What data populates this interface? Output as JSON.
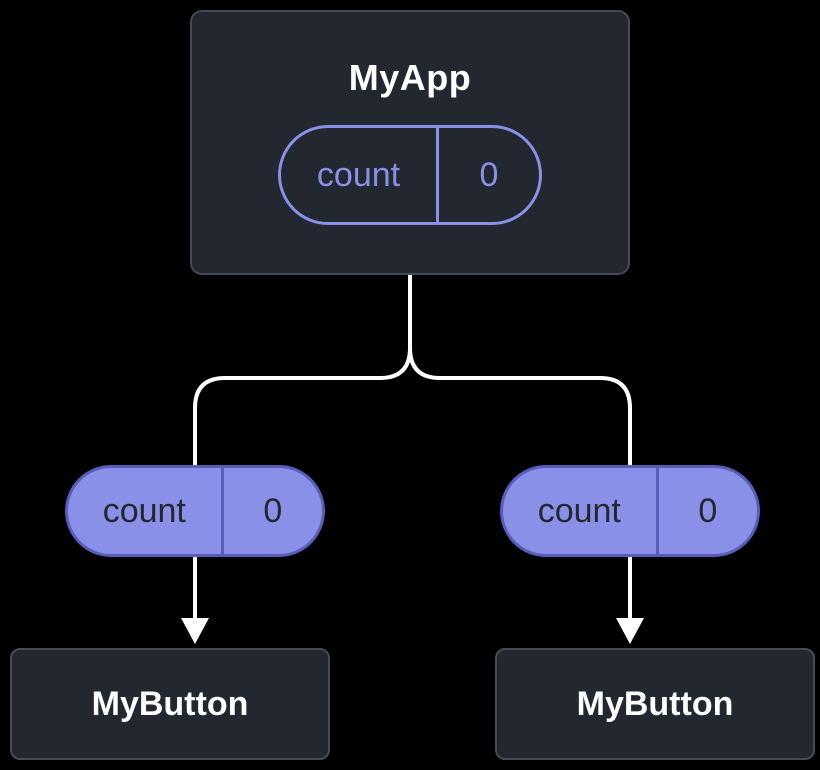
{
  "colors": {
    "background": "#000000",
    "node_fill": "#23272f",
    "node_border": "#454b57",
    "node_text": "#ffffff",
    "pill_fill": "#8a90e8",
    "pill_border": "#575eb7",
    "pill_text": "#23272f",
    "outline_pill_color": "#8a90e8",
    "connector": "#ffffff"
  },
  "diagram": {
    "root": {
      "title": "MyApp",
      "state": {
        "name": "count",
        "value": "0"
      }
    },
    "props": {
      "left": {
        "name": "count",
        "value": "0"
      },
      "right": {
        "name": "count",
        "value": "0"
      }
    },
    "children": {
      "left": {
        "title": "MyButton"
      },
      "right": {
        "title": "MyButton"
      }
    }
  }
}
